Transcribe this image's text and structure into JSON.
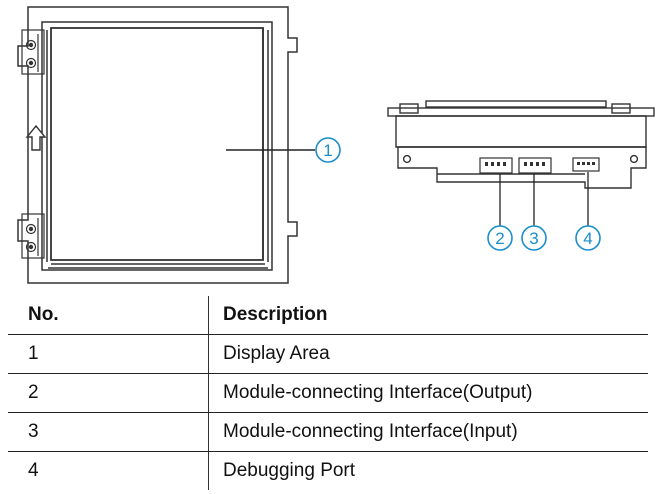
{
  "callouts": {
    "display_area": "1",
    "output_interface": "2",
    "input_interface": "3",
    "debugging_port": "4"
  },
  "table": {
    "headers": [
      "No.",
      "Description"
    ],
    "rows": [
      {
        "no": "1",
        "description": "Display Area"
      },
      {
        "no": "2",
        "description": "Module-connecting Interface(Output)"
      },
      {
        "no": "3",
        "description": "Module-connecting Interface(Input)"
      },
      {
        "no": "4",
        "description": "Debugging Port"
      }
    ]
  },
  "colors": {
    "callout": "#1a8ec9",
    "line": "#222222"
  }
}
